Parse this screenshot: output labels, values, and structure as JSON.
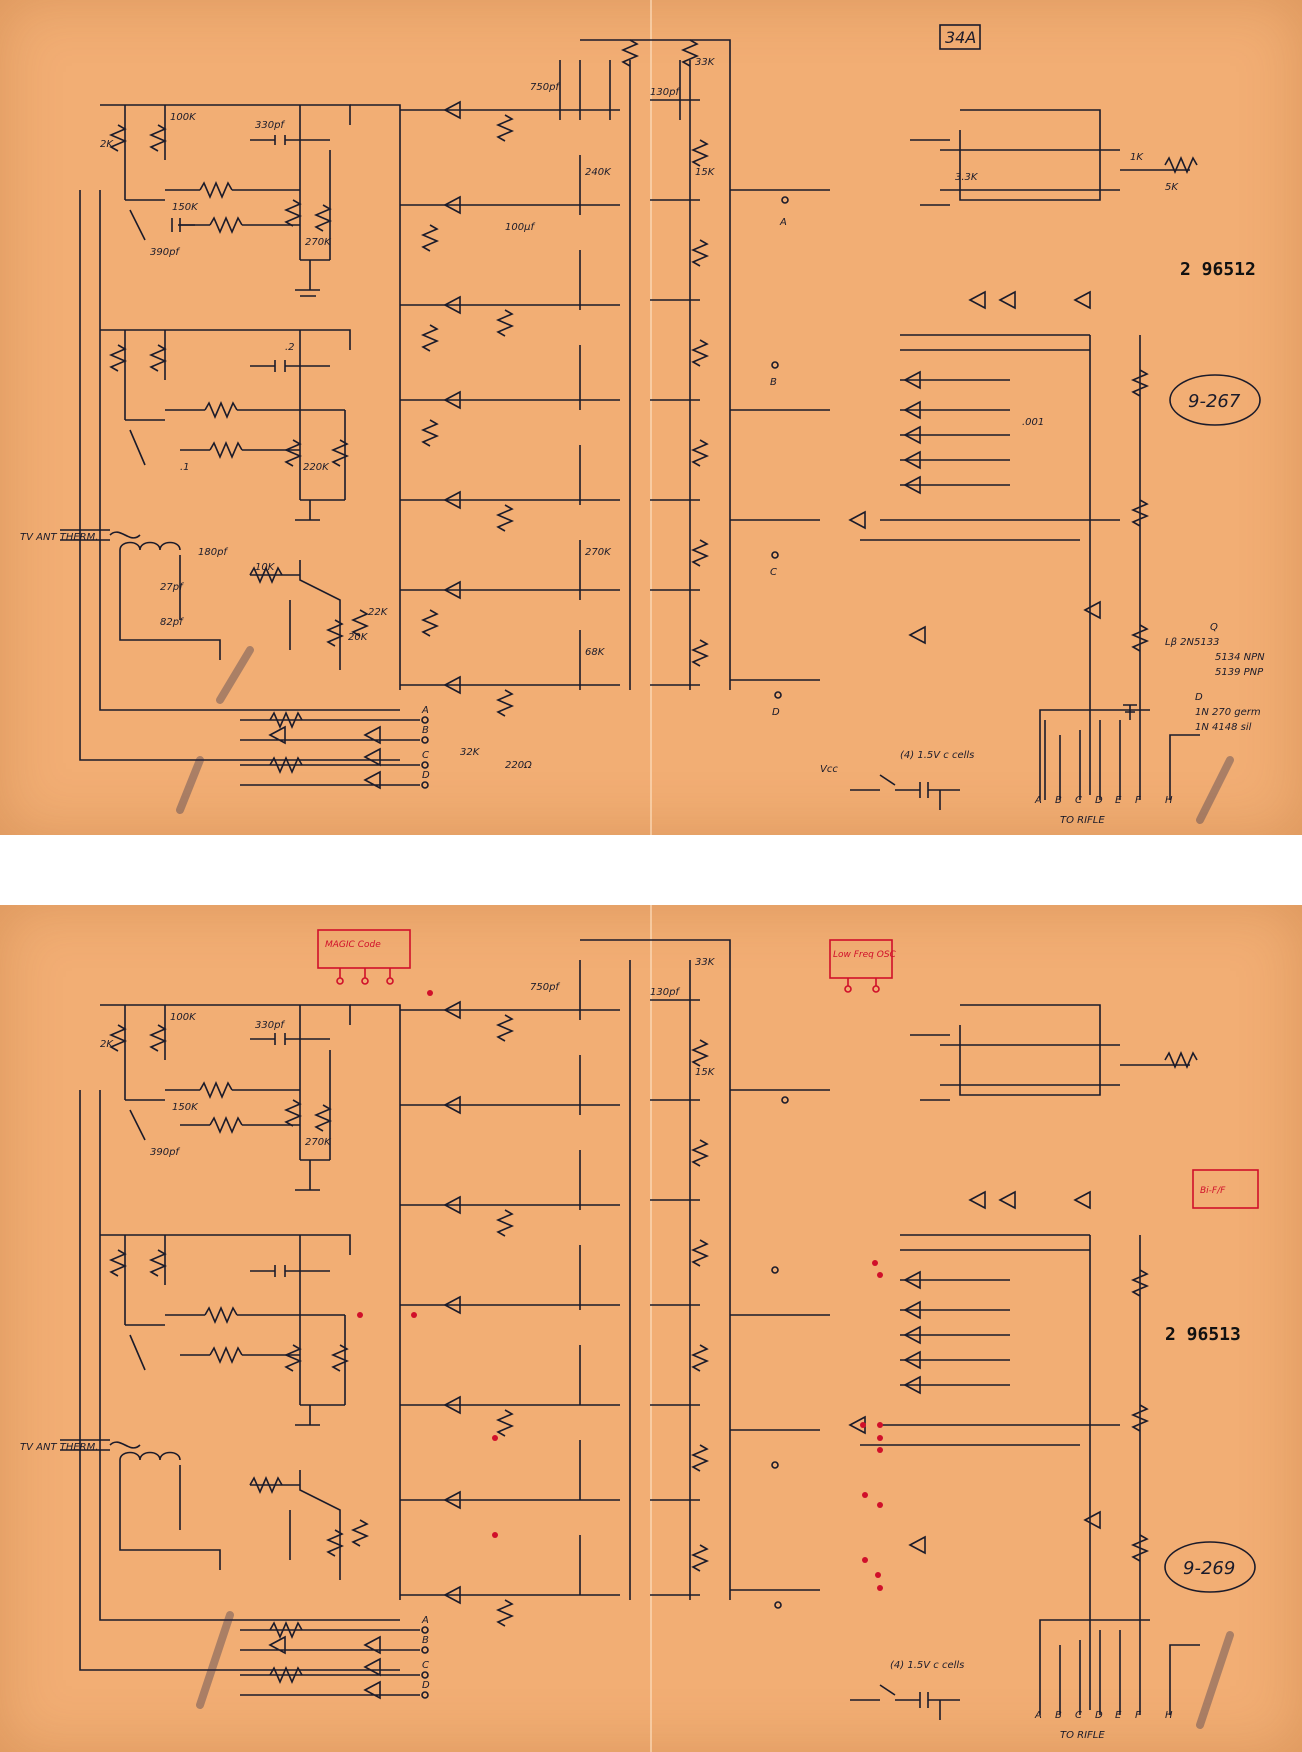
{
  "sheet1": {
    "sheet_tag": "34A",
    "number": "2 96512",
    "ref": "9-267",
    "outputs": [
      "A",
      "B",
      "C",
      "D"
    ],
    "rifle_pins": [
      "A",
      "B",
      "C",
      "D",
      "E",
      "F",
      "H"
    ],
    "to_rifle": "TO RIFLE",
    "cells_note": "(4) 1.5V c cells",
    "vcc": "Vcc",
    "input_label": "TV ANT THERM.",
    "transistor_note_q": [
      "Q",
      "Lβ 2N5133",
      "5134 NPN",
      "5139 PNP"
    ],
    "diode_note_d": [
      "D",
      "1N 270 germ",
      "1N 4148 sil"
    ],
    "values": [
      "2K",
      "100K",
      "330pf",
      "150K",
      "270K",
      "390pf",
      ".2",
      "220K",
      ".1",
      "180pf",
      "27pf",
      "82pf",
      "10K",
      "22K",
      "20K",
      "750pf",
      "130pf",
      "33K",
      "15K",
      "100µf",
      "240K",
      "270K",
      "68K",
      "3.3K",
      "32K",
      "220Ω",
      "1K",
      "5K",
      ".001"
    ]
  },
  "sheet2": {
    "number": "2 96513",
    "ref": "9-269",
    "annotations": [
      "MAGIC Code",
      "Low Freq OSC",
      "Bi-F/F"
    ]
  },
  "colors": {
    "paper": "#f2ae74",
    "ink": "#1b1b2a",
    "red_markup": "#d0102a"
  }
}
